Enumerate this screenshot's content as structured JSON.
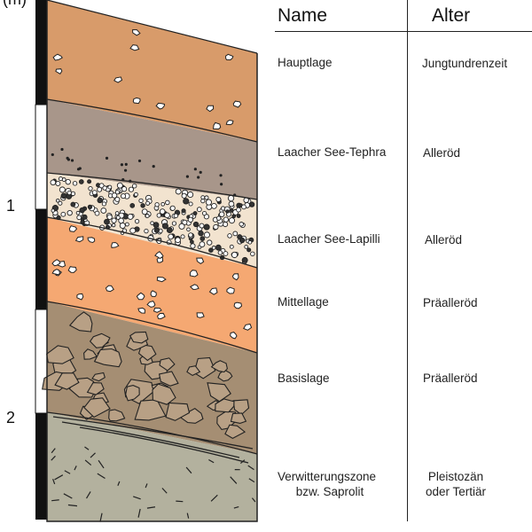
{
  "scale": {
    "unit": "(m)",
    "labels": [
      "1",
      "2"
    ]
  },
  "table": {
    "header_name": "Name",
    "header_age": "Alter",
    "rows": [
      {
        "name": "Hauptlage",
        "age": "Jungtundrenzeit"
      },
      {
        "name": "Laacher See-Tephra",
        "age": "Alleröd"
      },
      {
        "name": "Laacher See-Lapilli",
        "age": "Alleröd"
      },
      {
        "name": "Mittellage",
        "age": "Präalleröd"
      },
      {
        "name": "Basislage",
        "age": "Präalleröd"
      },
      {
        "name_line1": "Verwitterungszone",
        "name_line2": "bzw. Saprolit",
        "age_line1": "Pleistozän",
        "age_line2": "oder Tertiär"
      }
    ]
  },
  "colors": {
    "hauptlage": "#d89b6a",
    "tephra": "#a8968a",
    "lapilli": "#f2e3cf",
    "mittellage": "#f5a872",
    "basislage": "#a58e73",
    "saprolit": "#b3b19e",
    "line": "#222222"
  }
}
